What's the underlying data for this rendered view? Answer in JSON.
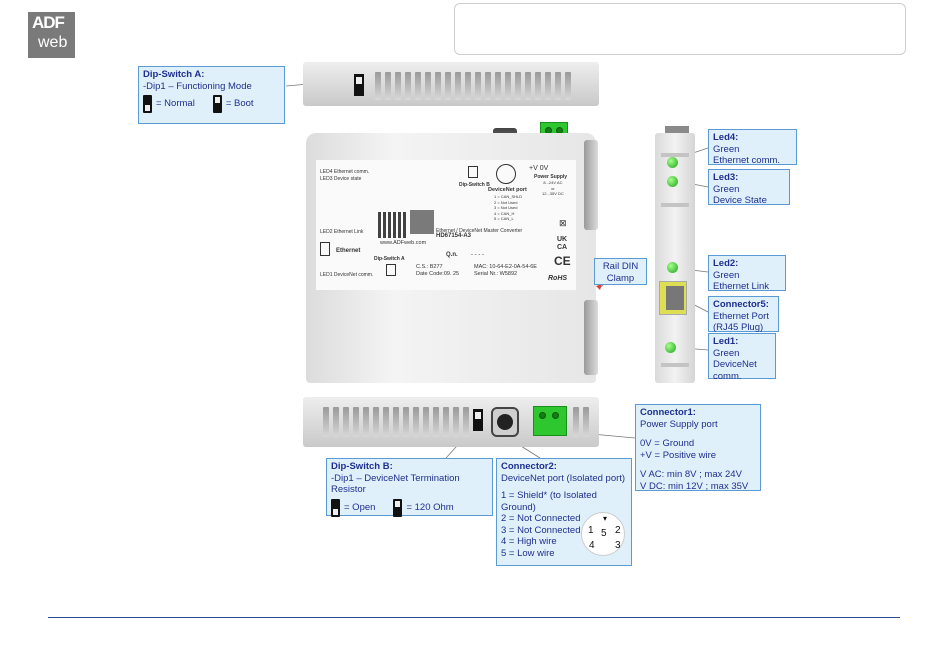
{
  "logo": {
    "line1": "ADF",
    "line2": "web"
  },
  "dip_a": {
    "title": "Dip-Switch A:",
    "desc": "-Dip1 – Functioning Mode",
    "opt1": "= Normal",
    "opt2": "= Boot"
  },
  "leds_side": [
    {
      "title": "Led4:",
      "l1": "Green",
      "l2": "Ethernet comm."
    },
    {
      "title": "Led3:",
      "l1": "Green",
      "l2": "Device State"
    },
    {
      "title": "Led2:",
      "l1": "Green",
      "l2": "Ethernet Link"
    }
  ],
  "connector5": {
    "title": "Connector5:",
    "l1": "Ethernet Port",
    "l2": "(RJ45 Plug)"
  },
  "led1": {
    "title": "Led1:",
    "l1": "Green",
    "l2": "DeviceNet",
    "l3": "comm."
  },
  "rail": {
    "l1": "Rail DIN",
    "l2": "Clamp"
  },
  "device_label": {
    "led4": "LED4 Ethernet comm.",
    "led3": "LED3 Device state",
    "led2": "LED2 Ethernet Link",
    "led1": "LED1 DeviceNet comm.",
    "ethernet": "Ethernet",
    "dipb": "Dip-Switch B",
    "dipa": "Dip-Switch A",
    "devnet_port": "DeviceNet port",
    "pins": [
      "1 = CAN_SHLD",
      "2 = Not Used",
      "3 = Not Used",
      "4 = CAN_H",
      "5 = CAN_L"
    ],
    "supply_top": "+V   0V",
    "supply": "Power Supply",
    "supply_ac": "8...24V AC",
    "supply_or": "or",
    "supply_dc": "12...35V DC",
    "website": "www.ADFweb.com",
    "product": "Ethernet / DeviceNet Master  Converter",
    "code": "HD67154-A3",
    "qn": "Q.n.",
    "qn_val": "- - - -",
    "cs": "C.S.: B277",
    "date": "Date Code:09. 25",
    "mac": "MAC: 10-64-E2-0A-54-6E",
    "serial": "Serial Nr.: W5892",
    "ce": "CE",
    "ukca1": "UK",
    "ukca2": "CA",
    "rohs": "RoHS"
  },
  "dip_b": {
    "title": "Dip-Switch B:",
    "desc": "-Dip1 – DeviceNet Termination Resistor",
    "opt1": "= Open",
    "opt2": "= 120 Ohm"
  },
  "connector2": {
    "title": "Connector2:",
    "desc": "DeviceNet port (Isolated port)",
    "pins": [
      "1 = Shield* (to Isolated Ground)",
      "2 = Not Connected",
      "3 = Not Connected",
      "4 = High wire",
      "5 = Low wire"
    ],
    "pin_labels": [
      "1",
      "5",
      "2",
      "4",
      "3"
    ]
  },
  "connector1": {
    "title": "Connector1:",
    "desc": "Power Supply port",
    "g": "0V = Ground",
    "p": "+V = Positive wire",
    "ac": "V AC: min 8V ; max 24V",
    "dc": "V DC: min 12V ; max 35V"
  },
  "colors": {
    "callout_bg": "#dff0fb",
    "callout_border": "#5b9bd5",
    "text": "#1f2f8f",
    "led": "#1ba31b"
  }
}
